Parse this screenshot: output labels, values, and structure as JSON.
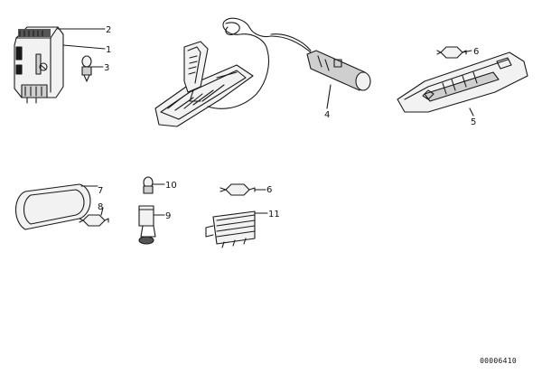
{
  "diagram": {
    "callouts": [
      {
        "label": "2"
      },
      {
        "label": "1"
      },
      {
        "label": "3"
      },
      {
        "label": "4"
      },
      {
        "label": "6"
      },
      {
        "label": "5"
      },
      {
        "label": "7"
      },
      {
        "label": "8"
      },
      {
        "label": "10"
      },
      {
        "label": "9"
      },
      {
        "label": "6"
      },
      {
        "label": "11"
      }
    ],
    "document_number": "00006410",
    "colors": {
      "line": "#1a1a1a",
      "fill_light": "#f2f2f2",
      "fill_mid": "#cfcfcf",
      "fill_dark": "#555555"
    }
  }
}
